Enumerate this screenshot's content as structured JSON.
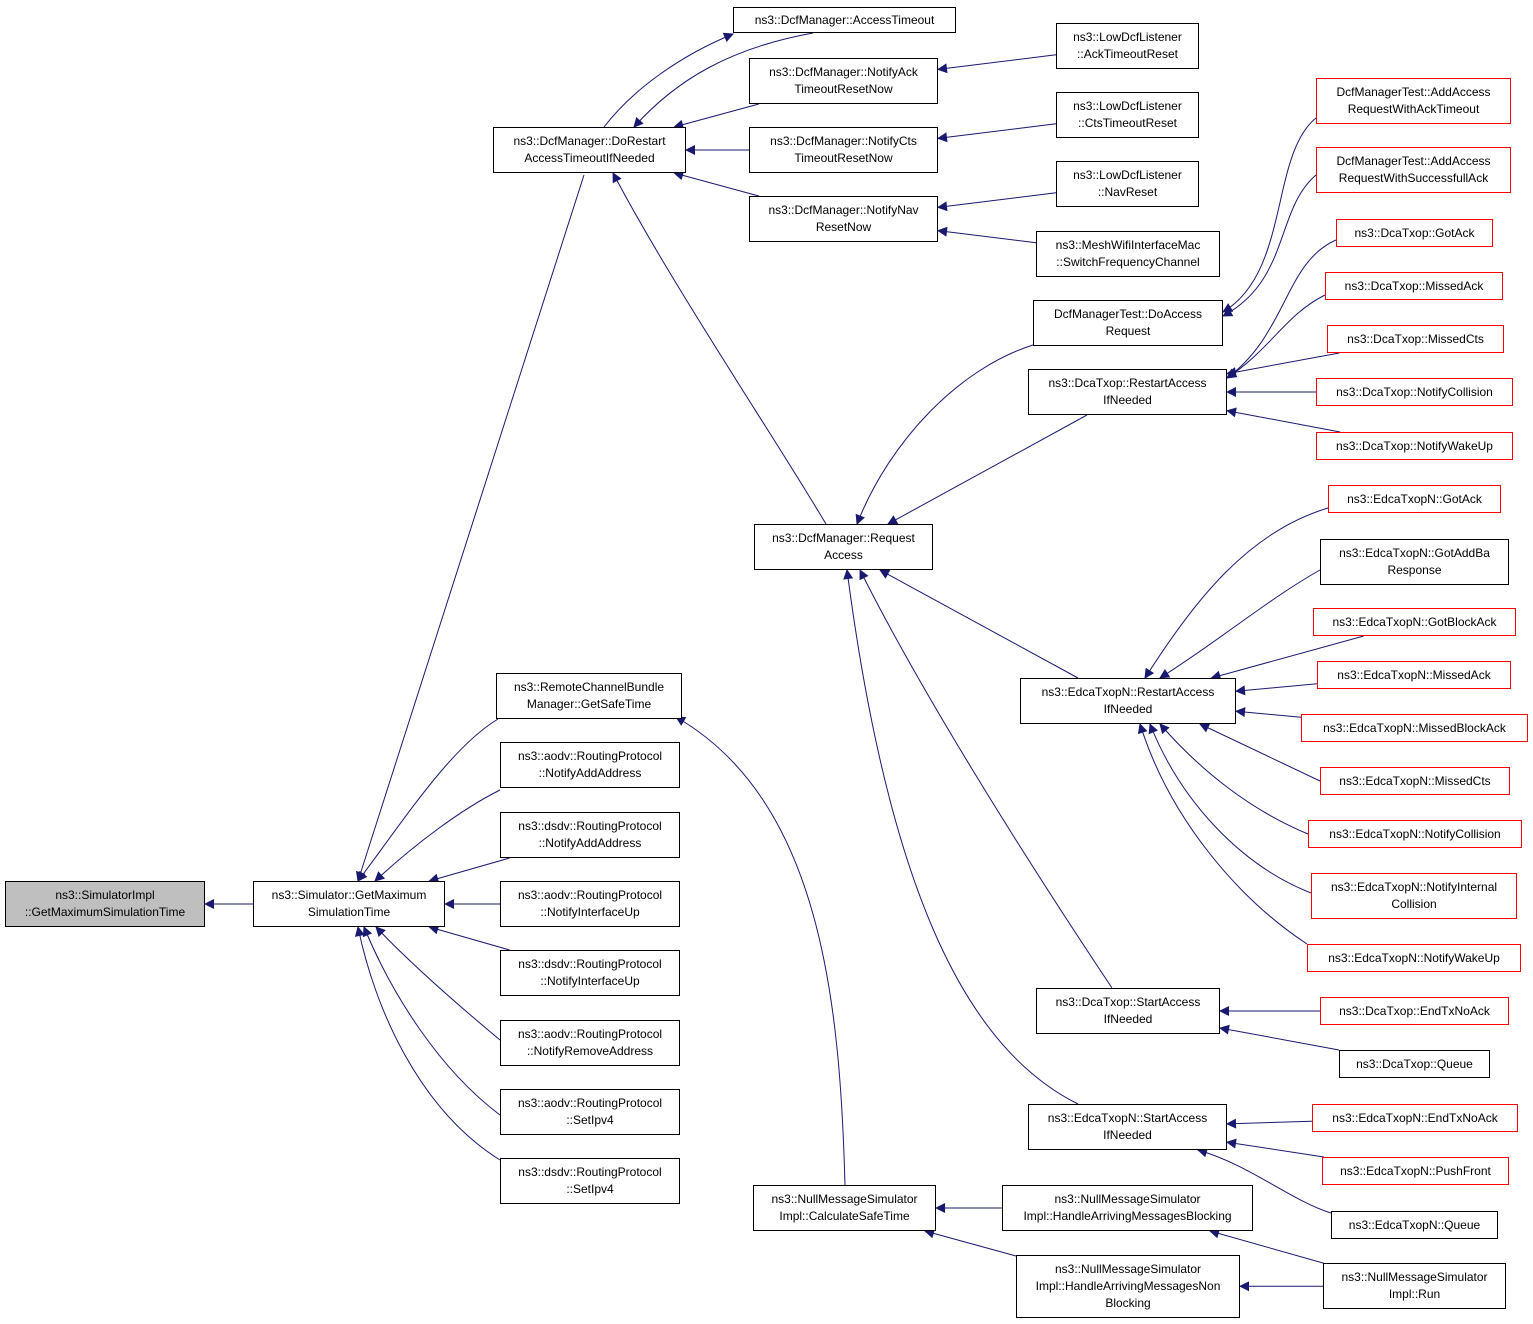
{
  "colors": {
    "edge": "#191970",
    "node_border": "#000000",
    "node_border_truncated": "#ff0000",
    "focus_fill": "#bfbfbf"
  },
  "nodes": [
    {
      "id": "focus",
      "lines": [
        "ns3::SimulatorImpl",
        "::GetMaximumSimulationTime"
      ],
      "style": "focus"
    },
    {
      "id": "getmax",
      "lines": [
        "ns3::Simulator::GetMaximum",
        "SimulationTime"
      ],
      "style": "normal"
    },
    {
      "id": "dorestart",
      "lines": [
        "ns3::DcfManager::DoRestart",
        "AccessTimeoutIfNeeded"
      ],
      "style": "normal"
    },
    {
      "id": "accesstimeout",
      "lines": [
        "ns3::DcfManager::AccessTimeout"
      ],
      "style": "normal"
    },
    {
      "id": "notifyack",
      "lines": [
        "ns3::DcfManager::NotifyAck",
        "TimeoutResetNow"
      ],
      "style": "normal"
    },
    {
      "id": "notifycts",
      "lines": [
        "ns3::DcfManager::NotifyCts",
        "TimeoutResetNow"
      ],
      "style": "normal"
    },
    {
      "id": "notifynav",
      "lines": [
        "ns3::DcfManager::NotifyNav",
        "ResetNow"
      ],
      "style": "normal"
    },
    {
      "id": "lowack",
      "lines": [
        "ns3::LowDcfListener",
        "::AckTimeoutReset"
      ],
      "style": "normal"
    },
    {
      "id": "lowcts",
      "lines": [
        "ns3::LowDcfListener",
        "::CtsTimeoutReset"
      ],
      "style": "normal"
    },
    {
      "id": "lownav",
      "lines": [
        "ns3::LowDcfListener",
        "::NavReset"
      ],
      "style": "normal"
    },
    {
      "id": "meshswitch",
      "lines": [
        "ns3::MeshWifiInterfaceMac",
        "::SwitchFrequencyChannel"
      ],
      "style": "normal"
    },
    {
      "id": "remotebundle",
      "lines": [
        "ns3::RemoteChannelBundle",
        "Manager::GetSafeTime"
      ],
      "style": "normal"
    },
    {
      "id": "aodvadd",
      "lines": [
        "ns3::aodv::RoutingProtocol",
        "::NotifyAddAddress"
      ],
      "style": "normal"
    },
    {
      "id": "dsdvadd",
      "lines": [
        "ns3::dsdv::RoutingProtocol",
        "::NotifyAddAddress"
      ],
      "style": "normal"
    },
    {
      "id": "aodvup",
      "lines": [
        "ns3::aodv::RoutingProtocol",
        "::NotifyInterfaceUp"
      ],
      "style": "normal"
    },
    {
      "id": "dsdvup",
      "lines": [
        "ns3::dsdv::RoutingProtocol",
        "::NotifyInterfaceUp"
      ],
      "style": "normal"
    },
    {
      "id": "aodvremove",
      "lines": [
        "ns3::aodv::RoutingProtocol",
        "::NotifyRemoveAddress"
      ],
      "style": "normal"
    },
    {
      "id": "aodvsetipv4",
      "lines": [
        "ns3::aodv::RoutingProtocol",
        "::SetIpv4"
      ],
      "style": "normal"
    },
    {
      "id": "dsdvsetipv4",
      "lines": [
        "ns3::dsdv::RoutingProtocol",
        "::SetIpv4"
      ],
      "style": "normal"
    },
    {
      "id": "requestaccess",
      "lines": [
        "ns3::DcfManager::Request",
        "Access"
      ],
      "style": "normal"
    },
    {
      "id": "nullsafe",
      "lines": [
        "ns3::NullMessageSimulator",
        "Impl::CalculateSafeTime"
      ],
      "style": "normal"
    },
    {
      "id": "testdoaccess",
      "lines": [
        "DcfManagerTest::DoAccess",
        "Request"
      ],
      "style": "normal"
    },
    {
      "id": "dcarestart",
      "lines": [
        "ns3::DcaTxop::RestartAccess",
        "IfNeeded"
      ],
      "style": "normal"
    },
    {
      "id": "edcarestart",
      "lines": [
        "ns3::EdcaTxopN::RestartAccess",
        "IfNeeded"
      ],
      "style": "normal"
    },
    {
      "id": "dcastart",
      "lines": [
        "ns3::DcaTxop::StartAccess",
        "IfNeeded"
      ],
      "style": "normal"
    },
    {
      "id": "edcastart",
      "lines": [
        "ns3::EdcaTxopN::StartAccess",
        "IfNeeded"
      ],
      "style": "normal"
    },
    {
      "id": "nullblocking",
      "lines": [
        "ns3::NullMessageSimulator",
        "Impl::HandleArrivingMessagesBlocking"
      ],
      "style": "normal"
    },
    {
      "id": "nullnonblocking",
      "lines": [
        "ns3::NullMessageSimulator",
        "Impl::HandleArrivingMessagesNon",
        "Blocking"
      ],
      "style": "normal"
    },
    {
      "id": "testackto",
      "lines": [
        "DcfManagerTest::AddAccess",
        "RequestWithAckTimeout"
      ],
      "style": "truncated"
    },
    {
      "id": "testsuccack",
      "lines": [
        "DcfManagerTest::AddAccess",
        "RequestWithSuccessfullAck"
      ],
      "style": "truncated"
    },
    {
      "id": "dcagotack",
      "lines": [
        "ns3::DcaTxop::GotAck"
      ],
      "style": "truncated"
    },
    {
      "id": "dcamissedack",
      "lines": [
        "ns3::DcaTxop::MissedAck"
      ],
      "style": "truncated"
    },
    {
      "id": "dcamissedcts",
      "lines": [
        "ns3::DcaTxop::MissedCts"
      ],
      "style": "truncated"
    },
    {
      "id": "dcanotifycoll",
      "lines": [
        "ns3::DcaTxop::NotifyCollision"
      ],
      "style": "truncated"
    },
    {
      "id": "dcanotifywake",
      "lines": [
        "ns3::DcaTxop::NotifyWakeUp"
      ],
      "style": "truncated"
    },
    {
      "id": "edcagotack",
      "lines": [
        "ns3::EdcaTxopN::GotAck"
      ],
      "style": "truncated"
    },
    {
      "id": "edcaaddba",
      "lines": [
        "ns3::EdcaTxopN::GotAddBa",
        "Response"
      ],
      "style": "normal"
    },
    {
      "id": "edcagotblock",
      "lines": [
        "ns3::EdcaTxopN::GotBlockAck"
      ],
      "style": "truncated"
    },
    {
      "id": "edcamissedack",
      "lines": [
        "ns3::EdcaTxopN::MissedAck"
      ],
      "style": "truncated"
    },
    {
      "id": "edcamissedblock",
      "lines": [
        "ns3::EdcaTxopN::MissedBlockAck"
      ],
      "style": "truncated"
    },
    {
      "id": "edcamissedcts",
      "lines": [
        "ns3::EdcaTxopN::MissedCts"
      ],
      "style": "truncated"
    },
    {
      "id": "edcanotifycoll",
      "lines": [
        "ns3::EdcaTxopN::NotifyCollision"
      ],
      "style": "truncated"
    },
    {
      "id": "edcanotifyint",
      "lines": [
        "ns3::EdcaTxopN::NotifyInternal",
        "Collision"
      ],
      "style": "truncated"
    },
    {
      "id": "edcanotifywake",
      "lines": [
        "ns3::EdcaTxopN::NotifyWakeUp"
      ],
      "style": "truncated"
    },
    {
      "id": "dcaendtx",
      "lines": [
        "ns3::DcaTxop::EndTxNoAck"
      ],
      "style": "truncated"
    },
    {
      "id": "dcaqueue",
      "lines": [
        "ns3::DcaTxop::Queue"
      ],
      "style": "normal"
    },
    {
      "id": "edcaendtx",
      "lines": [
        "ns3::EdcaTxopN::EndTxNoAck"
      ],
      "style": "truncated"
    },
    {
      "id": "edcapushfront",
      "lines": [
        "ns3::EdcaTxopN::PushFront"
      ],
      "style": "truncated"
    },
    {
      "id": "edcaqueue",
      "lines": [
        "ns3::EdcaTxopN::Queue"
      ],
      "style": "normal"
    },
    {
      "id": "nullrun",
      "lines": [
        "ns3::NullMessageSimulator",
        "Impl::Run"
      ],
      "style": "normal"
    }
  ],
  "edges": [
    {
      "from": "getmax",
      "to": "focus"
    },
    {
      "from": "dorestart",
      "to": "getmax"
    },
    {
      "from": "remotebundle",
      "to": "getmax"
    },
    {
      "from": "aodvadd",
      "to": "getmax"
    },
    {
      "from": "dsdvadd",
      "to": "getmax"
    },
    {
      "from": "aodvup",
      "to": "getmax"
    },
    {
      "from": "dsdvup",
      "to": "getmax"
    },
    {
      "from": "aodvremove",
      "to": "getmax"
    },
    {
      "from": "aodvsetipv4",
      "to": "getmax"
    },
    {
      "from": "dsdvsetipv4",
      "to": "getmax"
    },
    {
      "from": "accesstimeout",
      "to": "dorestart"
    },
    {
      "from": "dorestart",
      "to": "accesstimeout"
    },
    {
      "from": "notifyack",
      "to": "dorestart"
    },
    {
      "from": "notifycts",
      "to": "dorestart"
    },
    {
      "from": "notifynav",
      "to": "dorestart"
    },
    {
      "from": "requestaccess",
      "to": "dorestart"
    },
    {
      "from": "lowack",
      "to": "notifyack"
    },
    {
      "from": "lowcts",
      "to": "notifycts"
    },
    {
      "from": "lownav",
      "to": "notifynav"
    },
    {
      "from": "meshswitch",
      "to": "notifynav"
    },
    {
      "from": "testdoaccess",
      "to": "requestaccess"
    },
    {
      "from": "dcarestart",
      "to": "requestaccess"
    },
    {
      "from": "edcarestart",
      "to": "requestaccess"
    },
    {
      "from": "dcastart",
      "to": "requestaccess"
    },
    {
      "from": "edcastart",
      "to": "requestaccess"
    },
    {
      "from": "testackto",
      "to": "testdoaccess"
    },
    {
      "from": "testsuccack",
      "to": "testdoaccess"
    },
    {
      "from": "dcagotack",
      "to": "dcarestart"
    },
    {
      "from": "dcamissedack",
      "to": "dcarestart"
    },
    {
      "from": "dcamissedcts",
      "to": "dcarestart"
    },
    {
      "from": "dcanotifycoll",
      "to": "dcarestart"
    },
    {
      "from": "dcanotifywake",
      "to": "dcarestart"
    },
    {
      "from": "edcagotack",
      "to": "edcarestart"
    },
    {
      "from": "edcaaddba",
      "to": "edcarestart"
    },
    {
      "from": "edcagotblock",
      "to": "edcarestart"
    },
    {
      "from": "edcamissedack",
      "to": "edcarestart"
    },
    {
      "from": "edcamissedblock",
      "to": "edcarestart"
    },
    {
      "from": "edcamissedcts",
      "to": "edcarestart"
    },
    {
      "from": "edcanotifycoll",
      "to": "edcarestart"
    },
    {
      "from": "edcanotifyint",
      "to": "edcarestart"
    },
    {
      "from": "edcanotifywake",
      "to": "edcarestart"
    },
    {
      "from": "dcaendtx",
      "to": "dcastart"
    },
    {
      "from": "dcaqueue",
      "to": "dcastart"
    },
    {
      "from": "edcaendtx",
      "to": "edcastart"
    },
    {
      "from": "edcapushfront",
      "to": "edcastart"
    },
    {
      "from": "edcaqueue",
      "to": "edcastart"
    },
    {
      "from": "nullsafe",
      "to": "remotebundle"
    },
    {
      "from": "nullblocking",
      "to": "nullsafe"
    },
    {
      "from": "nullnonblocking",
      "to": "nullsafe"
    },
    {
      "from": "nullrun",
      "to": "nullblocking"
    },
    {
      "from": "nullrun",
      "to": "nullnonblocking"
    }
  ]
}
